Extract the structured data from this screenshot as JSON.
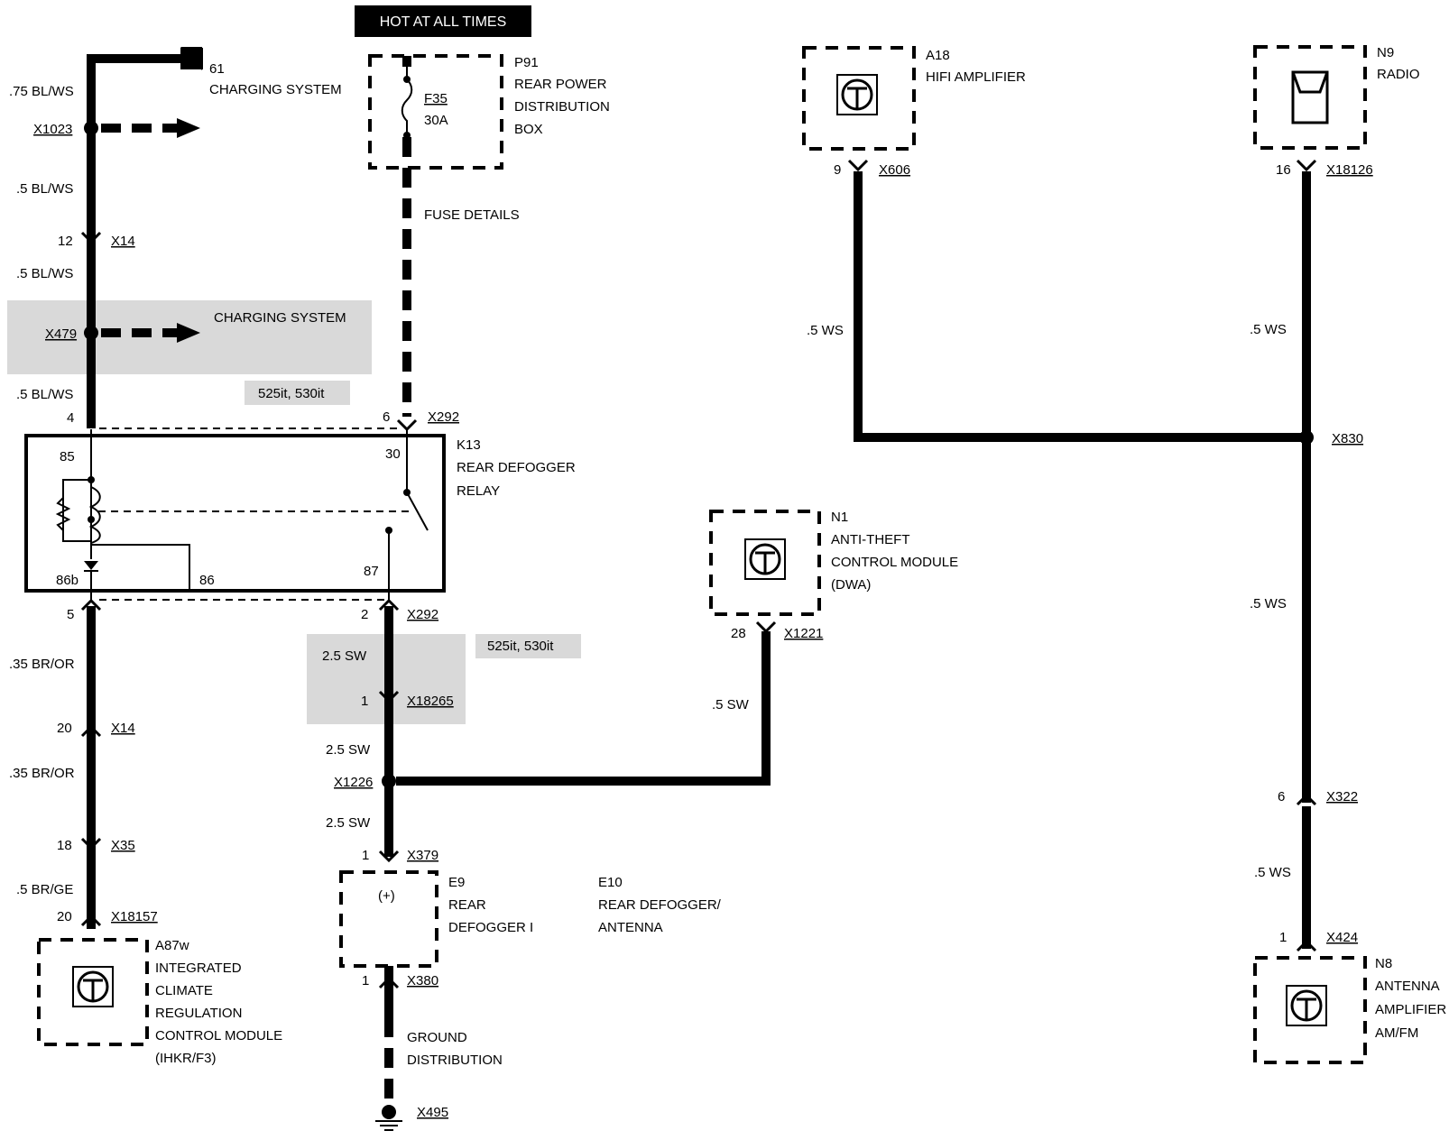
{
  "header": {
    "hot_at_all_times": "HOT AT ALL TIMES"
  },
  "fuse_box": {
    "id": "P91",
    "name_line1": "REAR POWER",
    "name_line2": "DISTRIBUTION",
    "name_line3": "BOX",
    "fuse_id": "F35",
    "fuse_rating": "30A",
    "fuse_details": "FUSE DETAILS"
  },
  "charging_ref": {
    "id": "61",
    "label": "CHARGING SYSTEM",
    "label2": "CHARGING SYSTEM"
  },
  "left_wire": {
    "w1": ".75 BL/WS",
    "x1023": "X1023",
    "w2": ".5 BL/WS",
    "pin12": "12",
    "x14a": "X14",
    "w3": ".5 BL/WS",
    "x479": "X479",
    "w4": ".5 BL/WS",
    "pin4": "4"
  },
  "variant_notes": {
    "v1": "525it, 530it",
    "v2": "525it, 530it"
  },
  "relay": {
    "id": "K13",
    "name_line1": "REAR DEFOGGER",
    "name_line2": "RELAY",
    "pin85": "85",
    "pin30": "30",
    "pin86b": "86b",
    "pin86": "86",
    "pin87": "87",
    "pin6": "6",
    "x292_top": "X292",
    "pin5": "5",
    "pin2": "2",
    "x292_bottom": "X292"
  },
  "left_lower": {
    "w1": ".35 BR/OR",
    "pin20a": "20",
    "x14b": "X14",
    "w2": ".35 BR/OR",
    "pin18": "18",
    "x35": "X35",
    "w3": ".5 BR/GE",
    "pin20b": "20",
    "x18157": "X18157"
  },
  "climate_module": {
    "id": "A87w",
    "line1": "INTEGRATED",
    "line2": "CLIMATE",
    "line3": "REGULATION",
    "line4": "CONTROL MODULE",
    "line5": "(IHKR/F3)"
  },
  "center_wire": {
    "w1": "2.5 SW",
    "pin1a": "1",
    "x18265": "X18265",
    "w2": "2.5 SW",
    "x1226": "X1226",
    "w3": "2.5 SW",
    "pin1b": "1",
    "x379": "X379",
    "pin1c": "1",
    "x380": "X380",
    "ground_line1": "GROUND",
    "ground_line2": "DISTRIBUTION",
    "x495": "X495"
  },
  "defogger": {
    "plus": "(+)",
    "e9_id": "E9",
    "e9_line1": "REAR",
    "e9_line2": "DEFOGGER I",
    "e10_id": "E10",
    "e10_line1": "REAR DEFOGGER/",
    "e10_line2": "ANTENNA"
  },
  "antitheft": {
    "id": "N1",
    "line1": "ANTI-THEFT",
    "line2": "CONTROL MODULE",
    "line3": "(DWA)",
    "pin28": "28",
    "x1221": "X1221",
    "wire": ".5 SW"
  },
  "hifi": {
    "id": "A18",
    "name": "HIFI AMPLIFIER",
    "pin9": "9",
    "x606": "X606",
    "wire": ".5 WS"
  },
  "radio": {
    "id": "N9",
    "name": "RADIO",
    "pin16": "16",
    "x18126": "X18126",
    "wire1": ".5 WS"
  },
  "right_wire": {
    "x830": "X830",
    "wire2": ".5 WS",
    "pin6": "6",
    "x322": "X322",
    "wire3": ".5 WS",
    "pin1": "1",
    "x424": "X424"
  },
  "antenna_amp": {
    "id": "N8",
    "line1": "ANTENNA",
    "line2": "AMPLIFIER",
    "line3": "AM/FM"
  }
}
